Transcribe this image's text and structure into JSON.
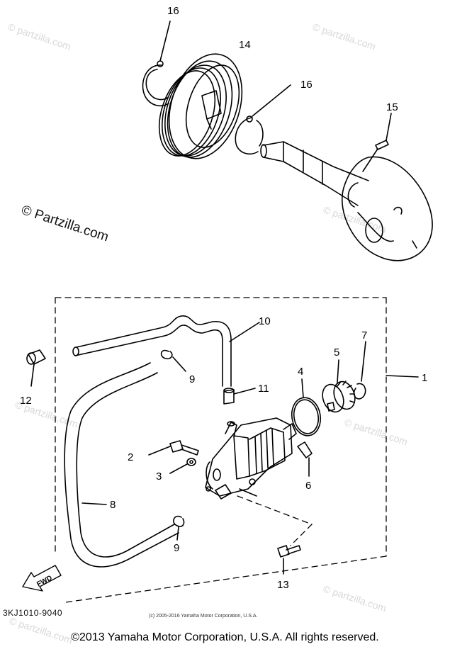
{
  "diagram": {
    "watermark_main": "© Partzilla.com",
    "watermark_faint": "© partzilla.com",
    "diagram_code": "3KJ1010-9040",
    "small_copyright": "(c) 2005-2016 Yamaha Motor Corporation, U.S.A.",
    "footer_copyright": "©2013 Yamaha Motor Corporation, U.S.A. All rights reserved.",
    "fwd_label": "FWD",
    "callouts": {
      "c1": "1",
      "c2": "2",
      "c3": "3",
      "c4": "4",
      "c5": "5",
      "c6": "6",
      "c7": "7",
      "c8": "8",
      "c9a": "9",
      "c9b": "9",
      "c10": "10",
      "c11": "11",
      "c12": "12",
      "c13": "13",
      "c14": "14",
      "c15": "15",
      "c16a": "16",
      "c16b": "16"
    }
  }
}
